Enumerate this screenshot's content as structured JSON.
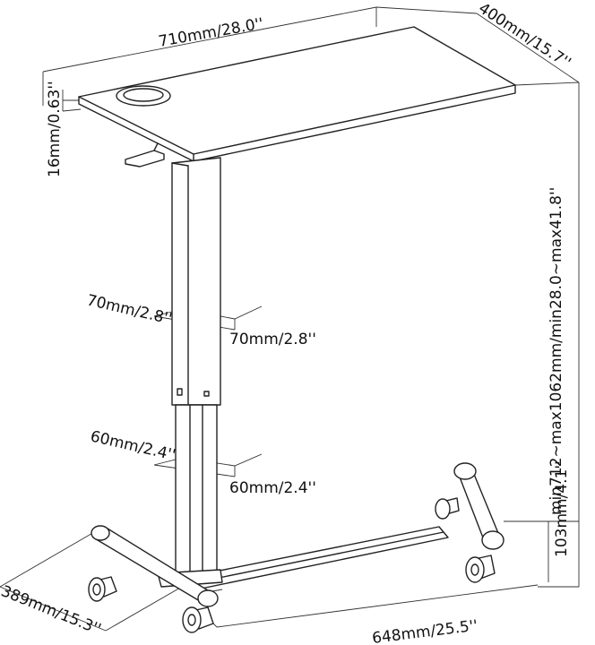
{
  "dimensions": {
    "top_width": "710mm/28.0''",
    "top_depth": "400mm/15.7''",
    "top_thickness": "16mm/0.63''",
    "height_range": "min712~max1062mm/min28.0~max41.8''",
    "upper_column_a": "70mm/2.8''",
    "upper_column_b": "70mm/2.8''",
    "lower_column_a": "60mm/2.4''",
    "lower_column_b": "60mm/2.4''",
    "caster_height": "103mm/4.1''",
    "base_depth": "389mm/15.3''",
    "base_width": "648mm/25.5''"
  }
}
